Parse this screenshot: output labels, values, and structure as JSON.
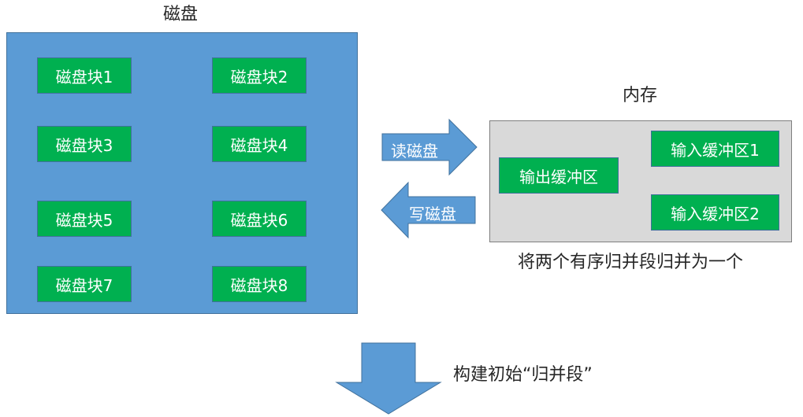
{
  "disk": {
    "title": "磁盘",
    "blocks": [
      "磁盘块1",
      "磁盘块2",
      "磁盘块3",
      "磁盘块4",
      "磁盘块5",
      "磁盘块6",
      "磁盘块7",
      "磁盘块8"
    ]
  },
  "arrows": {
    "read": "读磁盘",
    "write": "写磁盘"
  },
  "memory": {
    "title": "内存",
    "output_buffer": "输出缓冲区",
    "input_buffer_1": "输入缓冲区1",
    "input_buffer_2": "输入缓冲区2",
    "caption": "将两个有序归并段归并为一个"
  },
  "bottom": {
    "caption": "构建初始“归并段”"
  },
  "colors": {
    "disk_fill": "#5b9bd5",
    "block_fill": "#00b050",
    "memory_fill": "#d9d9d9",
    "arrow_fill": "#5b9bd5"
  }
}
